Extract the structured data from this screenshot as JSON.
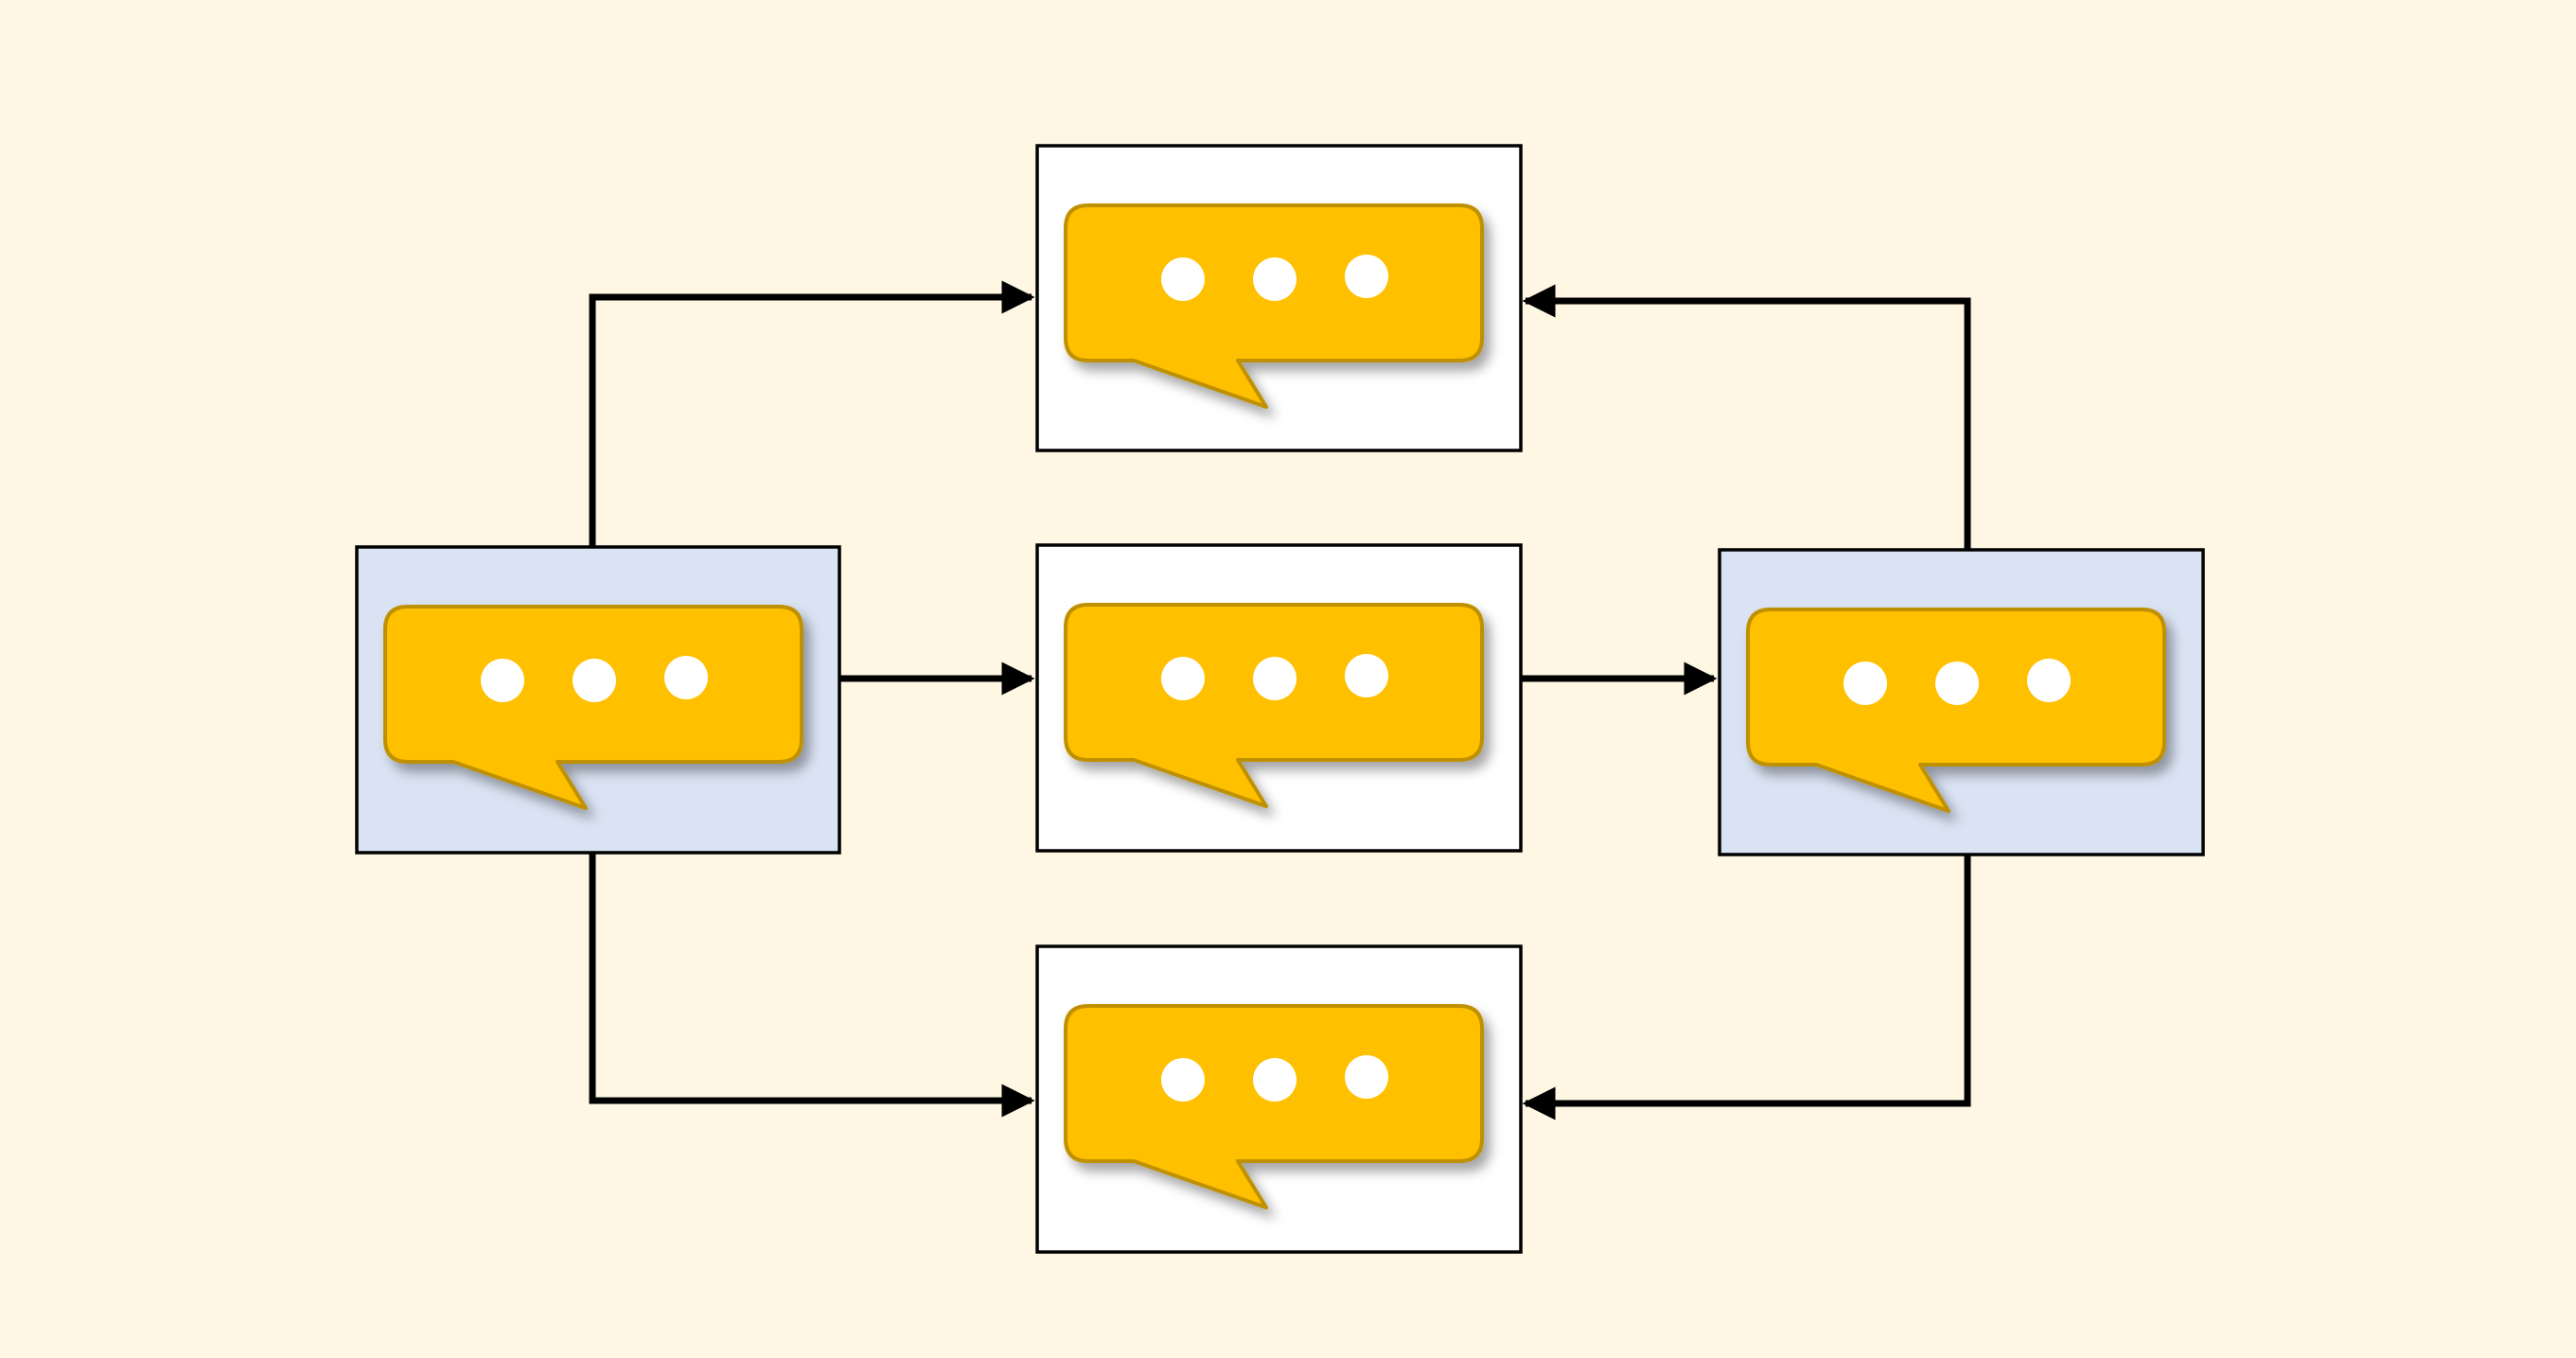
{
  "colors": {
    "background": "#FFF7E3",
    "side_box_fill": "#DAE3F3",
    "center_box_fill": "#FFFFFF",
    "box_border": "#000000",
    "connector": "#000000",
    "bubble_fill": "#FFC000",
    "bubble_border": "#BF9000",
    "bubble_dots": "#FFFFFF"
  },
  "diagram": {
    "nodes": [
      {
        "id": "left",
        "style": "side",
        "icon": "speech-bubble-icon"
      },
      {
        "id": "top",
        "style": "center",
        "icon": "speech-bubble-icon"
      },
      {
        "id": "middle",
        "style": "center",
        "icon": "speech-bubble-icon"
      },
      {
        "id": "bottom",
        "style": "center",
        "icon": "speech-bubble-icon"
      },
      {
        "id": "right",
        "style": "side",
        "icon": "speech-bubble-icon"
      }
    ],
    "edges": [
      {
        "from": "left",
        "to": "top"
      },
      {
        "from": "left",
        "to": "middle"
      },
      {
        "from": "left",
        "to": "bottom"
      },
      {
        "from": "middle",
        "to": "right"
      },
      {
        "from": "right",
        "to": "top"
      },
      {
        "from": "right",
        "to": "bottom"
      }
    ]
  }
}
